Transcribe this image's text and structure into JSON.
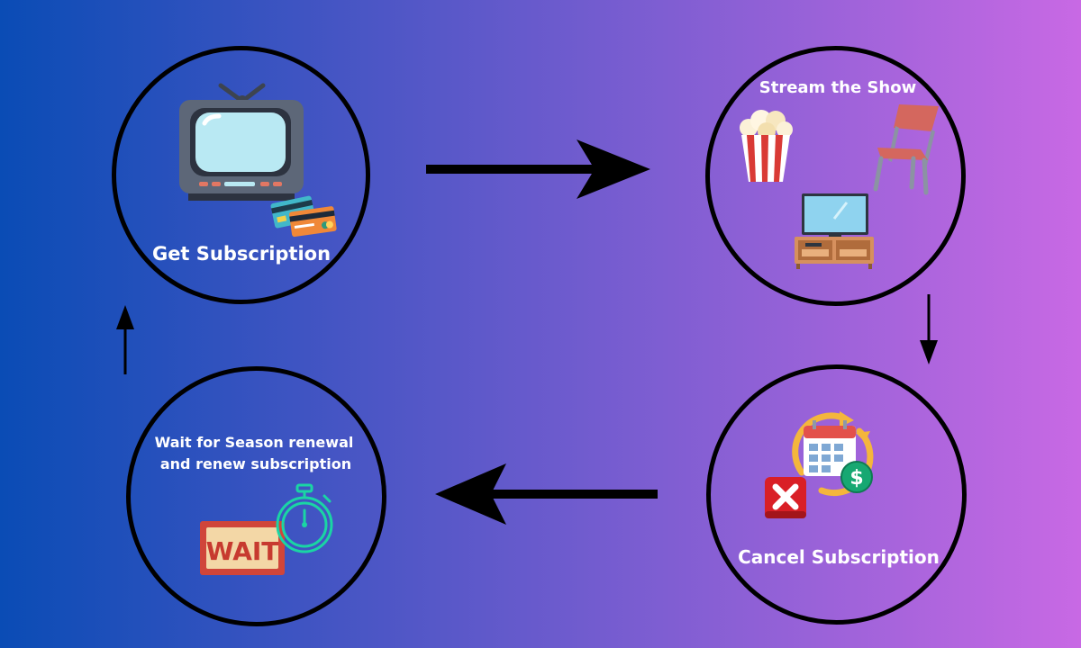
{
  "colors": {
    "gradient_left": "#0a4cb5",
    "gradient_right": "#c869e4",
    "ring": "#000000",
    "label": "#ffffff"
  },
  "nodes": {
    "get_subscription": {
      "label": "Get Subscription",
      "icons": [
        "tv-icon",
        "credit-cards-icon"
      ]
    },
    "stream_show": {
      "label": "Stream the Show",
      "icons": [
        "popcorn-icon",
        "chair-icon",
        "tv-stand-icon"
      ]
    },
    "cancel_subscription": {
      "label": "Cancel Subscription",
      "icons": [
        "calendar-refresh-icon",
        "dollar-icon",
        "cancel-x-icon"
      ]
    },
    "wait_renew": {
      "label_line1": "Wait for Season renewal",
      "label_line2": "and renew subscription",
      "icons": [
        "wait-sign-icon",
        "stopwatch-icon"
      ]
    }
  },
  "arrows": [
    {
      "from": "get_subscription",
      "to": "stream_show",
      "direction": "right"
    },
    {
      "from": "stream_show",
      "to": "cancel_subscription",
      "direction": "down"
    },
    {
      "from": "cancel_subscription",
      "to": "wait_renew",
      "direction": "left"
    },
    {
      "from": "wait_renew",
      "to": "get_subscription",
      "direction": "up"
    }
  ]
}
